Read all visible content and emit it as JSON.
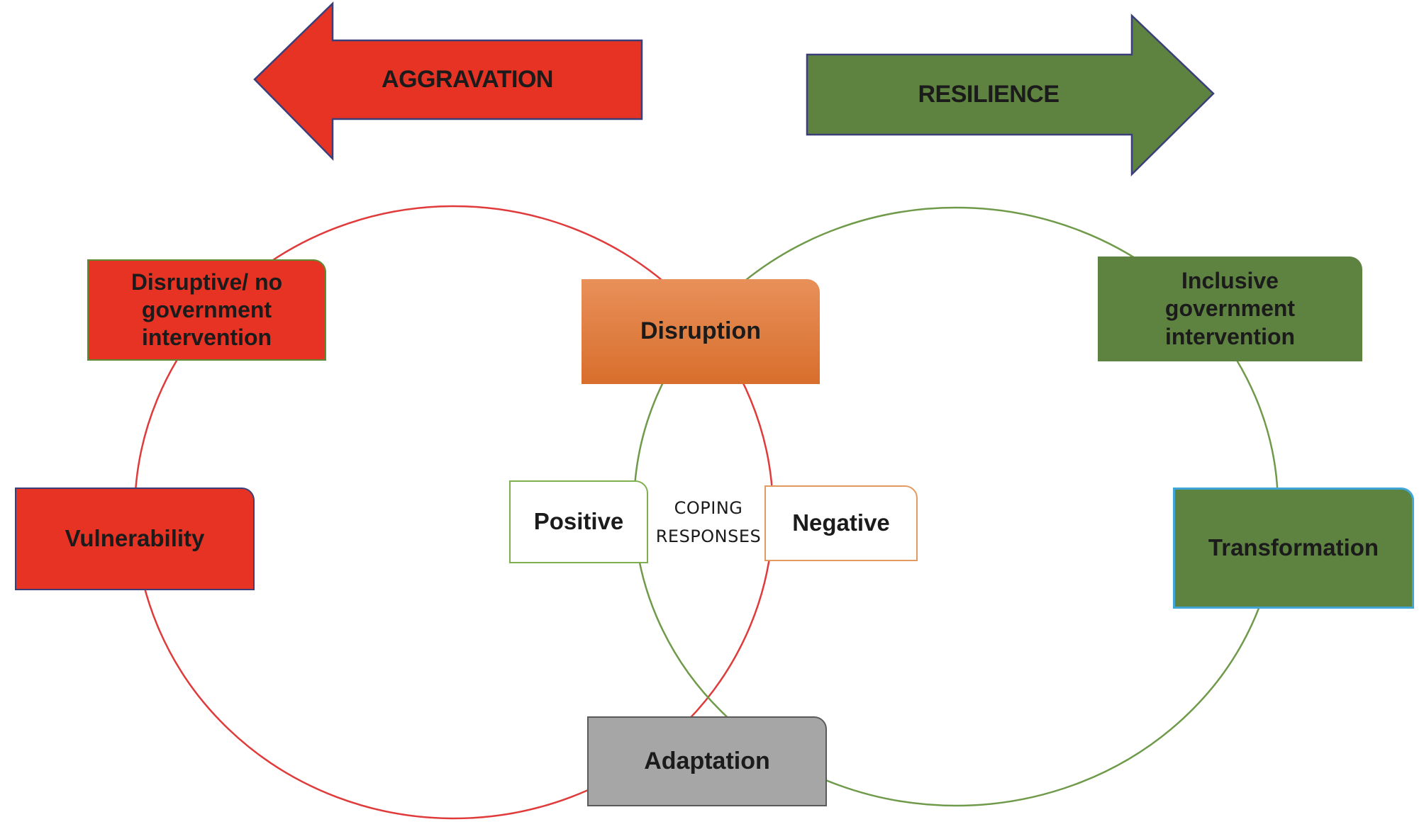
{
  "arrows": {
    "aggravation": {
      "label": "AGGRAVATION",
      "color": "#e63323"
    },
    "resilience": {
      "label": "RESILIENCE",
      "color": "#5b7f3a"
    }
  },
  "cycles": {
    "aggravation_cycle_color": "#e03a3a",
    "resilience_cycle_color": "#6f9a4a"
  },
  "nodes": {
    "disruptive_intervention": {
      "label": "Disruptive/ no government intervention",
      "color": "#e63323"
    },
    "vulnerability": {
      "label": "Vulnerability",
      "color": "#e63323"
    },
    "disruption": {
      "label": "Disruption",
      "color": "#e07a38"
    },
    "positive": {
      "label": "Positive",
      "color": "#ffffff"
    },
    "negative": {
      "label": "Negative",
      "color": "#ffffff"
    },
    "coping_responses": {
      "label": "COPING RESPONSES"
    },
    "adaptation": {
      "label": "Adaptation",
      "color": "#a6a6a6"
    },
    "inclusive_intervention": {
      "label": "Inclusive government intervention",
      "color": "#5b7f3a"
    },
    "transformation": {
      "label": "Transformation",
      "color": "#5b7f3a"
    }
  }
}
